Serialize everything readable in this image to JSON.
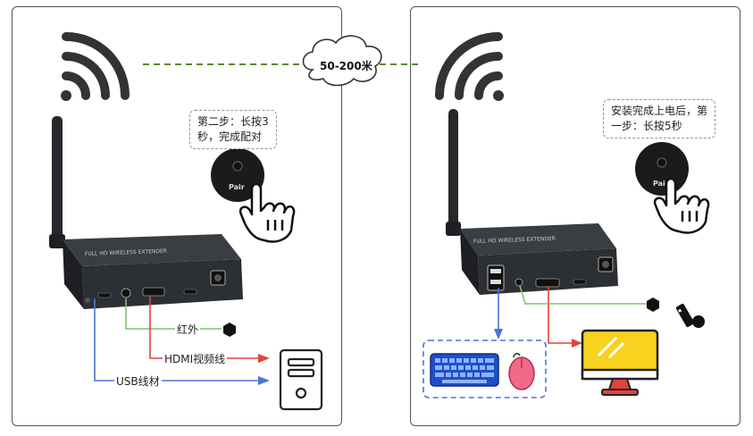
{
  "distance_label": "50-200米",
  "left_panel": {
    "callout_lines": [
      "第二步：长按3",
      "秒，完成配对"
    ],
    "device_text": "FULL HD WIRELESS EXTENDER",
    "pair_label": "Pair",
    "cables": {
      "ir": "红外",
      "hdmi": "HDMI视频线",
      "usb": "USB线材"
    }
  },
  "right_panel": {
    "callout_lines": [
      "安装完成上电后，第",
      "一步：长按5秒"
    ],
    "device_text": "FULL HD WIRELESS EXTENDER",
    "pair_label": "Pair"
  },
  "colors": {
    "ir": "#79c36b",
    "hdmi": "#e0443c",
    "usb": "#4a74d8",
    "link": "#5a8a2e",
    "device": "#2c2f33"
  }
}
